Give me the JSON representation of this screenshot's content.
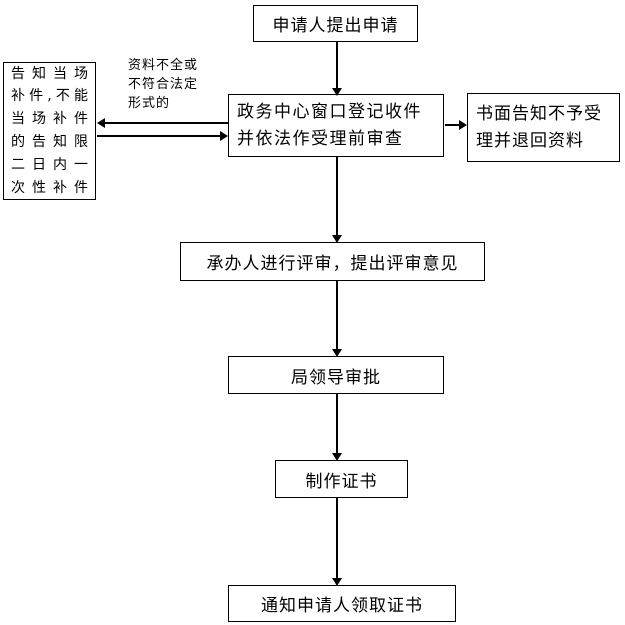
{
  "diagram": {
    "type": "flowchart",
    "colors": {
      "line": "#000000",
      "background": "#ffffff",
      "text": "#000000"
    },
    "nodes": {
      "apply": {
        "label": "申请人提出申请"
      },
      "register": {
        "lines": [
          "政务中心窗口登记收件",
          "并依法作受理前审查"
        ]
      },
      "reject": {
        "lines": [
          "书面告知不予受",
          "理并退回资料"
        ]
      },
      "supplement": {
        "lines": [
          "告知当场",
          "补件,不能",
          "当场补件",
          "的告知限",
          "二日内一",
          "次性补件"
        ]
      },
      "review": {
        "label": "承办人进行评审，提出评审意见"
      },
      "approve": {
        "label": "局领导审批"
      },
      "certificate": {
        "label": "制作证书"
      },
      "notify": {
        "label": "通知申请人领取证书"
      }
    },
    "annotations": {
      "incomplete": {
        "lines": [
          "资料不全或",
          "不符合法定",
          "形式的"
        ]
      }
    }
  }
}
